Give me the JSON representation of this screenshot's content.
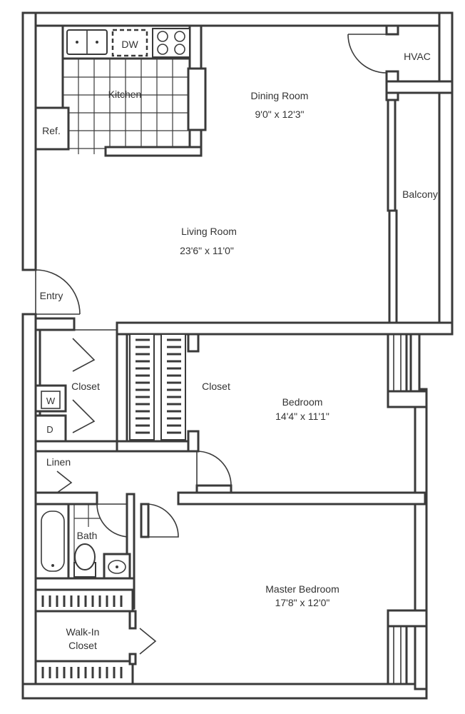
{
  "colors": {
    "line": "#3a3a3a",
    "background": "#ffffff",
    "text": "#333333"
  },
  "rooms": {
    "dining": {
      "name": "Dining Room",
      "size": "9'0\" x 12'3\""
    },
    "living": {
      "name": "Living Room",
      "size": "23'6\" x 11'0\""
    },
    "kitchen": {
      "name": "Kitchen"
    },
    "hvac": {
      "name": "HVAC"
    },
    "balcony": {
      "name": "Balcony"
    },
    "entry": {
      "name": "Entry"
    },
    "closet_hall": {
      "name": "Closet"
    },
    "closet_bed": {
      "name": "Closet"
    },
    "bedroom": {
      "name": "Bedroom",
      "size": "14'4\" x 11'1\""
    },
    "linen": {
      "name": "Linen"
    },
    "bath": {
      "name": "Bath"
    },
    "master": {
      "name": "Master Bedroom",
      "size": "17'8\" x 12'0\""
    },
    "walkin": {
      "line1": "Walk-In",
      "line2": "Closet"
    }
  },
  "fixtures": {
    "dishwasher": "DW",
    "refrigerator": "Ref.",
    "washer": "W",
    "dryer": "D"
  }
}
